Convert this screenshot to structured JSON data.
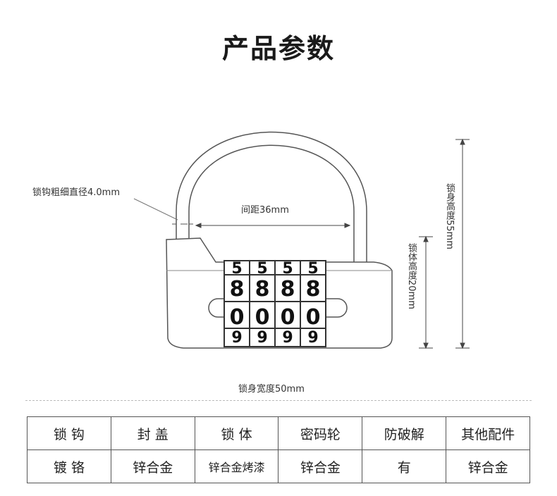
{
  "title": "产品参数",
  "annotations": {
    "shackle_diameter": "锁钩粗细直径4.0mm",
    "gap": "间距36mm",
    "body_height": "锁体高度20mm",
    "total_height": "锁身高度55mm",
    "width": "锁身宽度50mm"
  },
  "dials": {
    "row1": [
      "5",
      "5",
      "5",
      "5"
    ],
    "row2": [
      "8",
      "8",
      "8",
      "8"
    ],
    "row3": [
      "0",
      "0",
      "0",
      "0"
    ],
    "row4": [
      "9",
      "9",
      "9",
      "9"
    ]
  },
  "spec_table": {
    "headers": [
      "锁 钩",
      "封 盖",
      "锁 体",
      "密码轮",
      "防破解",
      "其他配件"
    ],
    "values": [
      "镀 铬",
      "锌合金",
      "锌合金烤漆",
      "锌合金",
      "有",
      "锌合金"
    ]
  }
}
